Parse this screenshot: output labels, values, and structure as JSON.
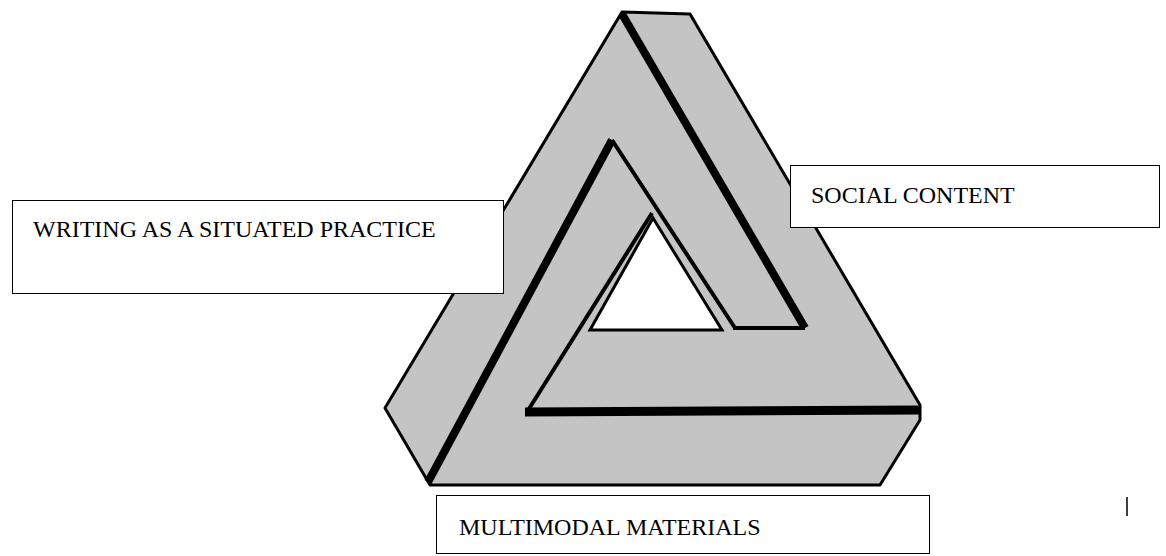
{
  "diagram": {
    "nodes": [
      {
        "text": [
          "SOCIAL CONTENT"
        ]
      },
      {
        "text": [
          "WRITING AS A SITUATED PRACTICE"
        ]
      },
      {
        "text": [
          "MULTIMODAL MATERIALS"
        ]
      }
    ]
  }
}
